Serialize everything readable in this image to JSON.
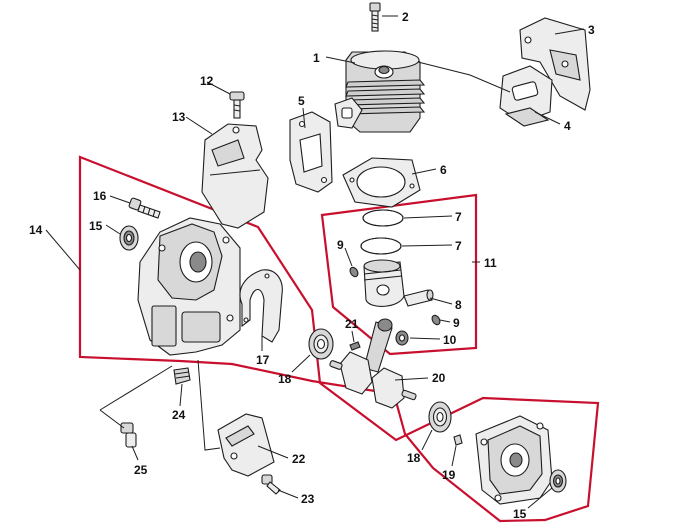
{
  "diagram": {
    "callouts": {
      "c1": "1",
      "c2": "2",
      "c3": "3",
      "c4": "4",
      "c5": "5",
      "c6": "6",
      "c7a": "7",
      "c7b": "7",
      "c8": "8",
      "c9a": "9",
      "c9b": "9",
      "c10": "10",
      "c11": "11",
      "c12": "12",
      "c13": "13",
      "c14": "14",
      "c15a": "15",
      "c15b": "15",
      "c16": "16",
      "c17": "17",
      "c18a": "18",
      "c18b": "18",
      "c19": "19",
      "c20": "20",
      "c21": "21",
      "c22": "22",
      "c23": "23",
      "c24": "24",
      "c25": "25"
    },
    "colors": {
      "group_outline": "#c8102e",
      "line": "#1e1e1e",
      "part_fill": "#d8d8d8"
    }
  }
}
